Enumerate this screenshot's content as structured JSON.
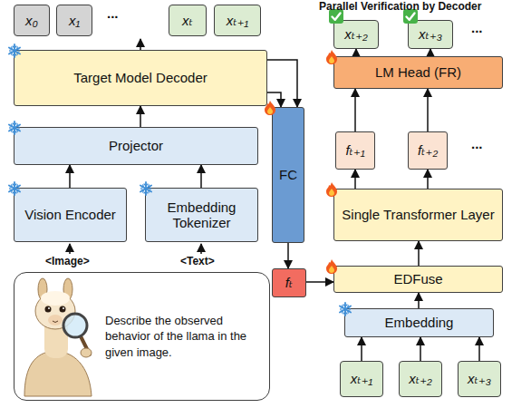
{
  "diagram": {
    "nodes": [
      {
        "text": [
          "x₀"
        ]
      },
      {
        "text": [
          "x₁"
        ]
      },
      {
        "text": [
          "xₜ"
        ]
      },
      {
        "text": [
          "xₜ₊₁"
        ]
      },
      {
        "text": [
          "xₜ₊₂"
        ]
      },
      {
        "text": [
          "xₜ₊₃"
        ]
      },
      {
        "text": [
          "LM Head (FR)"
        ]
      },
      {
        "text": [
          "Target Model Decoder"
        ]
      },
      {
        "text": [
          "FC"
        ]
      },
      {
        "text": [
          "fₜ₊₁"
        ]
      },
      {
        "text": [
          "fₜ₊₂"
        ]
      },
      {
        "text": [
          "Projector"
        ]
      },
      {
        "text": [
          "Single Transformer Layer"
        ]
      },
      {
        "text": [
          "Vision Encoder"
        ]
      },
      {
        "text": [
          "Embedding Tokenizer"
        ]
      },
      {
        "text": [
          "fₜ"
        ]
      },
      {
        "text": [
          "EDFuse"
        ]
      },
      {
        "text": [
          "Describe the observed behavior of the llama in the given image."
        ]
      },
      {
        "text": [
          "Embedding"
        ]
      },
      {
        "text": [
          "xₜ₊₁"
        ]
      },
      {
        "text": [
          "xₜ₊₂"
        ]
      },
      {
        "text": [
          "xₜ₊₃"
        ]
      }
    ],
    "edges": [
      {
        "from": 14,
        "to": 11,
        "arrow": "to"
      },
      {
        "from": 13,
        "to": 11,
        "arrow": "to"
      },
      {
        "from": 11,
        "to": 7,
        "arrow": "to"
      },
      {
        "from": 7,
        "to": 8,
        "arrow": "to"
      },
      {
        "from": 7,
        "to": 8,
        "arrow": "to"
      },
      {
        "from": 8,
        "to": 15,
        "arrow": "to"
      },
      {
        "from": 15,
        "to": 16,
        "arrow": "to"
      },
      {
        "from": 18,
        "to": 16,
        "arrow": "to"
      },
      {
        "from": 19,
        "to": 18,
        "arrow": "to"
      },
      {
        "from": 20,
        "to": 18,
        "arrow": "to"
      },
      {
        "from": 21,
        "to": 18,
        "arrow": "to"
      },
      {
        "from": 16,
        "to": 12,
        "arrow": "to"
      },
      {
        "from": 12,
        "to": 9,
        "arrow": "to"
      },
      {
        "from": 12,
        "to": 10,
        "arrow": "to"
      },
      {
        "from": 9,
        "to": 6,
        "arrow": "to"
      },
      {
        "from": 10,
        "to": 6,
        "arrow": "to"
      },
      {
        "from": 6,
        "to": 4,
        "arrow": "to"
      },
      {
        "from": 6,
        "to": 5,
        "arrow": "to"
      }
    ],
    "labels": [
      "Parallel Verification by Decoder",
      "...",
      "...",
      "...",
      "<Image>",
      "<Text>"
    ]
  }
}
